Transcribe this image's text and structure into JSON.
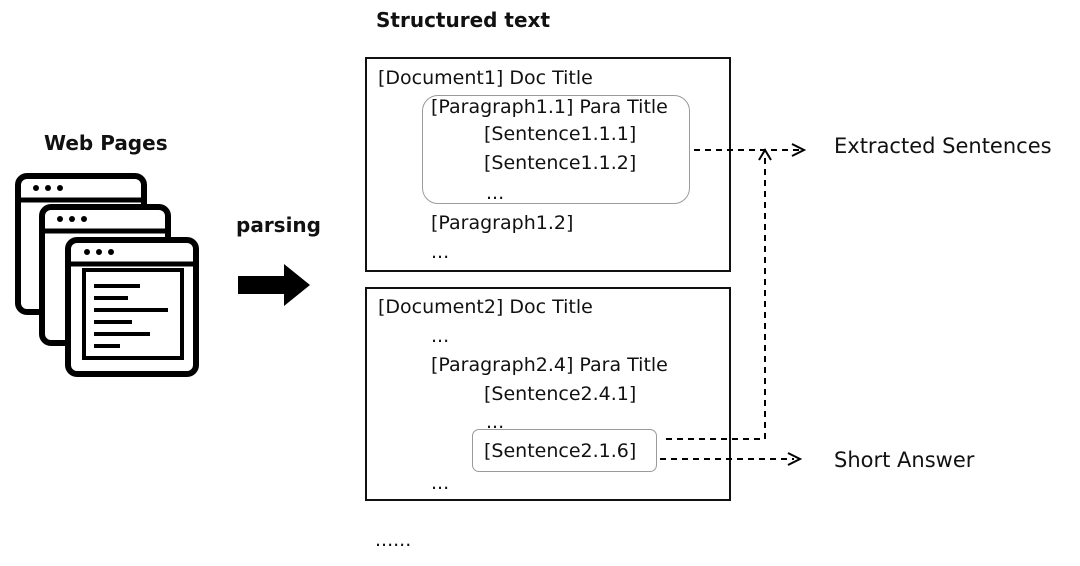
{
  "diagram": {
    "structured_text_heading": "Structured text",
    "web_pages_label": "Web Pages",
    "parsing_label": "parsing",
    "doc1": {
      "title_line": "[Document1] Doc Title",
      "para1_title": "[Paragraph1.1] Para Title",
      "sentence_1": "[Sentence1.1.1]",
      "sentence_2": "[Sentence1.1.2]",
      "para1_ellipsis": "...",
      "para2": "[Paragraph1.2]",
      "ellipsis": "..."
    },
    "doc2": {
      "title_line": "[Document2] Doc Title",
      "ellipsis_top": "...",
      "para_title": "[Paragraph2.4] Para Title",
      "sentence_1": "[Sentence2.4.1]",
      "ellipsis_mid": "...",
      "highlight_sentence": "[Sentence2.1.6]",
      "ellipsis_bottom": "..."
    },
    "more_docs": "......",
    "output_extracted": "Extracted Sentences",
    "output_short": "Short Answer"
  }
}
